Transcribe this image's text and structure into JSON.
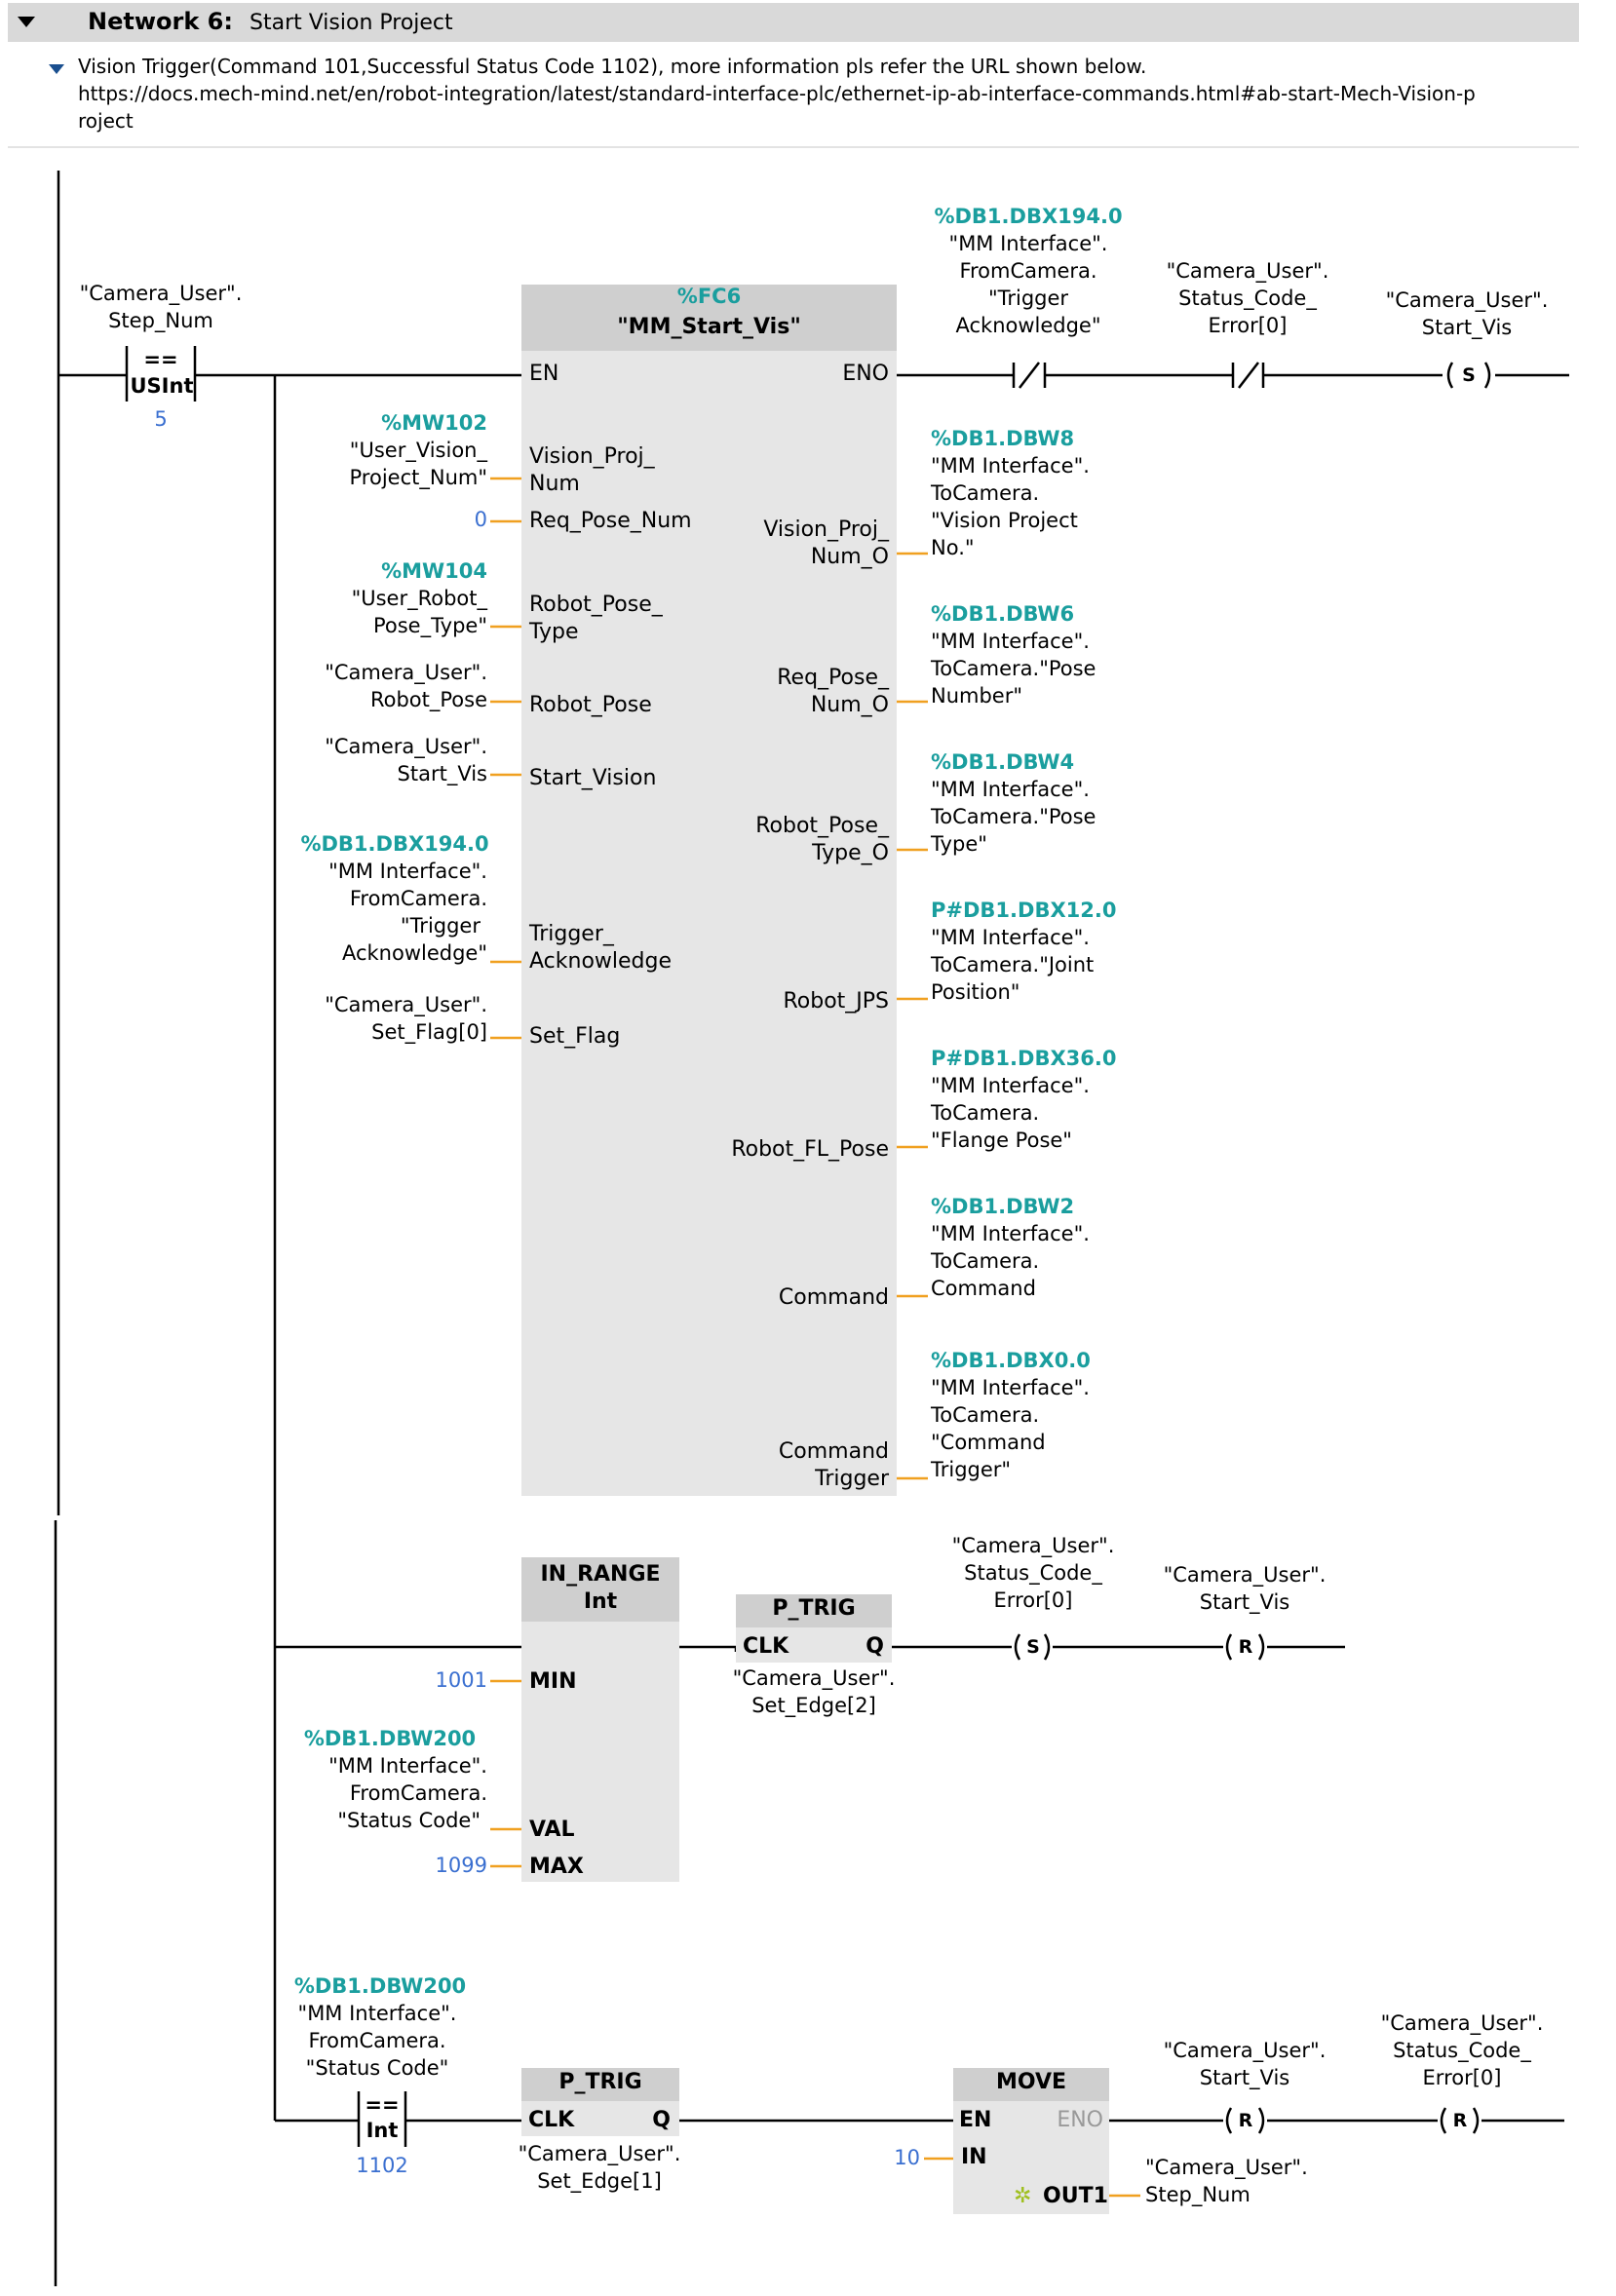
{
  "network": {
    "number_label": "Network 6:",
    "title": "Start Vision Project",
    "comment_lines": [
      "Vision Trigger(Command 101,Successful Status Code 1102), more information pls refer the URL shown below.",
      "https://docs.mech-mind.net/en/robot-integration/latest/standard-interface-plc/ethernet-ip-ab-interface-commands.html#ab-start-Mech-Vision-p",
      "roject"
    ]
  },
  "rung1": {
    "compare": {
      "operand_lines": [
        "\"Camera_User\".",
        "Step_Num"
      ],
      "op": "==",
      "type": "USInt",
      "value": "5"
    },
    "fc": {
      "address": "%FC6",
      "name": "\"MM_Start_Vis\"",
      "en": "EN",
      "eno": "ENO",
      "inputs": [
        {
          "pin_lines": [
            "Vision_Proj_",
            "Num"
          ],
          "addr": "%MW102",
          "var_lines": [
            "\"User_Vision_",
            "Project_Num\""
          ]
        },
        {
          "pin_lines": [
            "Req_Pose_Num"
          ],
          "const": "0"
        },
        {
          "pin_lines": [
            "Robot_Pose_",
            "Type"
          ],
          "addr": "%MW104",
          "var_lines": [
            "\"User_Robot_",
            "Pose_Type\""
          ]
        },
        {
          "pin_lines": [
            "Robot_Pose"
          ],
          "var_lines": [
            "\"Camera_User\".",
            "Robot_Pose"
          ]
        },
        {
          "pin_lines": [
            "Start_Vision"
          ],
          "var_lines": [
            "\"Camera_User\".",
            "Start_Vis"
          ]
        },
        {
          "pin_lines": [
            "Trigger_",
            "Acknowledge"
          ],
          "addr": "%DB1.DBX194.0",
          "var_lines": [
            "\"MM Interface\".",
            "FromCamera.",
            "\"Trigger",
            "Acknowledge\""
          ]
        },
        {
          "pin_lines": [
            "Set_Flag"
          ],
          "var_lines": [
            "\"Camera_User\".",
            "Set_Flag[0]"
          ]
        }
      ],
      "outputs": [
        {
          "pin_lines": [
            "Vision_Proj_",
            "Num_O"
          ],
          "addr": "%DB1.DBW8",
          "var_lines": [
            "\"MM Interface\".",
            "ToCamera.",
            "\"Vision Project",
            "No.\""
          ]
        },
        {
          "pin_lines": [
            "Req_Pose_",
            "Num_O"
          ],
          "addr": "%DB1.DBW6",
          "var_lines": [
            "\"MM Interface\".",
            "ToCamera.\"Pose",
            "Number\""
          ]
        },
        {
          "pin_lines": [
            "Robot_Pose_",
            "Type_O"
          ],
          "addr": "%DB1.DBW4",
          "var_lines": [
            "\"MM Interface\".",
            "ToCamera.\"Pose",
            "Type\""
          ]
        },
        {
          "pin_lines": [
            "Robot_JPS"
          ],
          "addr": "P#DB1.DBX12.0",
          "var_lines": [
            "\"MM Interface\".",
            "ToCamera.\"Joint",
            "Position\""
          ]
        },
        {
          "pin_lines": [
            "Robot_FL_Pose"
          ],
          "addr": "P#DB1.DBX36.0",
          "var_lines": [
            "\"MM Interface\".",
            "ToCamera.",
            "\"Flange Pose\""
          ]
        },
        {
          "pin_lines": [
            "Command"
          ],
          "addr": "%DB1.DBW2",
          "var_lines": [
            "\"MM Interface\".",
            "ToCamera.",
            "Command"
          ]
        },
        {
          "pin_lines": [
            "Command",
            "Trigger"
          ],
          "addr": "%DB1.DBX0.0",
          "var_lines": [
            "\"MM Interface\".",
            "ToCamera.",
            "\"Command",
            "Trigger\""
          ]
        }
      ]
    },
    "contact1": {
      "addr": "%DB1.DBX194.0",
      "var_lines": [
        "\"MM Interface\".",
        "FromCamera.",
        "\"Trigger",
        "Acknowledge\""
      ]
    },
    "contact2": {
      "var_lines": [
        "\"Camera_User\".",
        "Status_Code_",
        "Error[0]"
      ]
    },
    "coil": {
      "type": "S",
      "var_lines": [
        "\"Camera_User\".",
        "Start_Vis"
      ]
    }
  },
  "rung2": {
    "in_range": {
      "title": "IN_RANGE",
      "type": "Int",
      "min_pin": "MIN",
      "min_value": "1001",
      "val_pin": "VAL",
      "val_addr": "%DB1.DBW200",
      "val_lines": [
        "\"MM Interface\".",
        "FromCamera.",
        "\"Status Code\""
      ],
      "max_pin": "MAX",
      "max_value": "1099"
    },
    "ptrig": {
      "title": "P_TRIG",
      "clk": "CLK",
      "q": "Q",
      "var_lines": [
        "\"Camera_User\".",
        "Set_Edge[2]"
      ]
    },
    "coil_s": {
      "type": "S",
      "var_lines": [
        "\"Camera_User\".",
        "Status_Code_",
        "Error[0]"
      ]
    },
    "coil_r": {
      "type": "R",
      "var_lines": [
        "\"Camera_User\".",
        "Start_Vis"
      ]
    }
  },
  "rung3": {
    "compare": {
      "addr": "%DB1.DBW200",
      "operand_lines": [
        "\"MM Interface\".",
        "FromCamera.",
        "\"Status Code\""
      ],
      "op": "==",
      "type": "Int",
      "value": "1102"
    },
    "ptrig": {
      "title": "P_TRIG",
      "clk": "CLK",
      "q": "Q",
      "var_lines": [
        "\"Camera_User\".",
        "Set_Edge[1]"
      ]
    },
    "move": {
      "title": "MOVE",
      "en": "EN",
      "eno": "ENO",
      "in_pin": "IN",
      "in_value": "10",
      "out_pin": "OUT1",
      "out_lines": [
        "\"Camera_User\".",
        "Step_Num"
      ]
    },
    "coil_r1": {
      "type": "R",
      "var_lines": [
        "\"Camera_User\".",
        "Start_Vis"
      ]
    },
    "coil_r2": {
      "type": "R",
      "var_lines": [
        "\"Camera_User\".",
        "Status_Code_",
        "Error[0]"
      ]
    }
  }
}
